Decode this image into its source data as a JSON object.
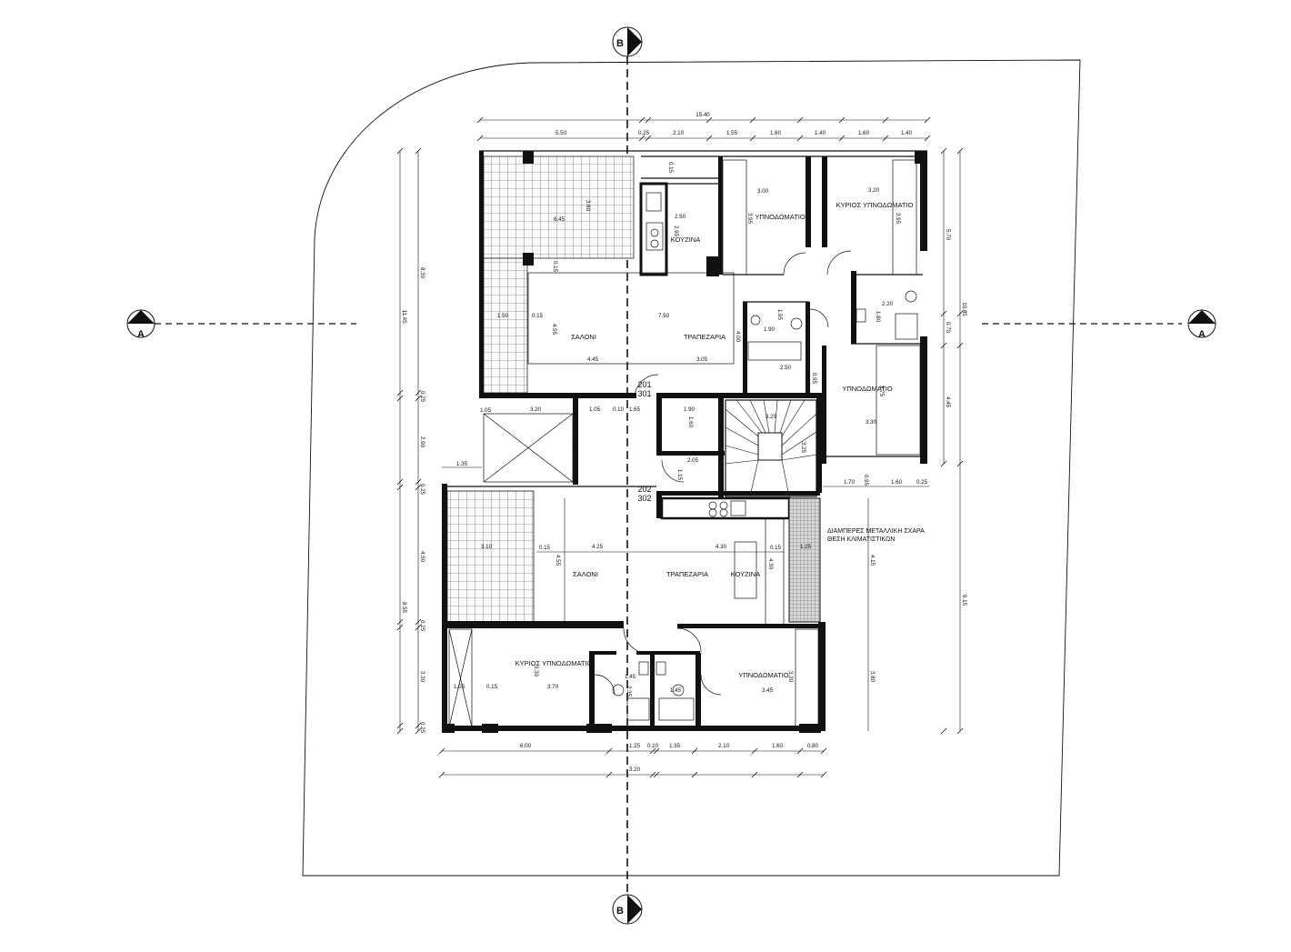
{
  "markers": {
    "section_a": "A",
    "section_b": "B"
  },
  "rooms": {
    "kouzina_top": "ΚΟΥΖΙΝΑ",
    "ypnodomatio_top": "ΥΠΝΟΔΩΜΑΤΙΟ",
    "kyrios_top": "ΚΥΡΙΟΣ ΥΠΝΟΔΩΜΑΤΙΟ",
    "saloni_top": "ΣΑΛΟΝΙ",
    "trapezaria_top": "ΤΡΑΠΕΖΑΡΙΑ",
    "ypnodomatio_right": "ΥΠΝΟΔΩΜΑΤΙΟ",
    "saloni_bottom": "ΣΑΛΟΝΙ",
    "trapezaria_bottom": "ΤΡΑΠΕΖΑΡΙΑ",
    "kouzina_bottom": "ΚΟΥΖΙΝΑ",
    "kyrios_bottom": "ΚΥΡΙΟΣ ΥΠΝΟΔΩΜΑΤΙΟ",
    "ypnodomatio_bottom": "ΥΠΝΟΔΩΜΑΤΙΟ"
  },
  "notes": {
    "grate_line1": "ΔΙΑΜΠΕΡΕΣ ΜΕΤΑΛΛΙΚΗ ΣΧΑΡΑ",
    "grate_line2": "ΘΕΣΗ ΚΛΙΜΑΤΙΣΤΙΚΩΝ"
  },
  "apartments": {
    "top_a": "201",
    "top_b": "301",
    "mid_a": "202",
    "mid_b": "302"
  },
  "dims": {
    "total_width": "15.40",
    "top_chain": [
      "5.50",
      "0.25",
      "2.10",
      "1.55",
      "1.60",
      "1.40",
      "1.60",
      "1.40"
    ],
    "bottom_chain": [
      "6.00",
      "1.25",
      "0.10",
      "1.35",
      "2.10",
      "1.60",
      "0.80"
    ],
    "bottom_total": "3.20",
    "left_outer": [
      "8.30",
      "11.45",
      "2.90",
      "8.55",
      "4.50",
      "3.30"
    ],
    "left_small": "1.35",
    "right_outer": [
      "5.70",
      "10.85",
      "0.70",
      "4.45",
      "9.15"
    ],
    "right_inner": [
      "4.15",
      "3.80"
    ],
    "right_small": [
      "1.70",
      "0.95",
      "1.60",
      "0.25"
    ],
    "interior": {
      "terrace_a": "6.45",
      "terrace_b": "3.60",
      "kitchen_w": "2.50",
      "kitchen_d": "2.95",
      "bed_w": "3.00",
      "bed_d": "3.95",
      "master_w": "3.20",
      "master_d": "3.95",
      "living_w": "7.50",
      "living_d": "4.55",
      "living_a": "4.45",
      "living_b": "3.05",
      "hall_d": "4.00",
      "balc_w": "1.50",
      "wall_a": "0.15",
      "wall_b": "0.15",
      "bath_w": "1.90",
      "bath_d": "1.95",
      "bath2_w": "2.20",
      "bath2_d": "1.80",
      "wc_w": "2.50",
      "wc_d": "0.95",
      "bed2_d": "3.75",
      "bed2_w": "3.30",
      "void_w": "3.20",
      "void_d": "2.90",
      "m1": "1.05",
      "m2": "0.10",
      "m3": "1.65",
      "stor_w": "1.90",
      "stor_d": "1.60",
      "stair_w": "3.29",
      "stair_d": "3.25",
      "lob_w": "2.05",
      "lob_d": "1.15",
      "bal2_w": "3.10",
      "liv2_a": "4.25",
      "liv2_b": "4.30",
      "liv2_d": "4.55",
      "k2_d": "4.30",
      "g_w": "1.25",
      "w1": "0.15",
      "w2": "0.15",
      "mb_w": "3.70",
      "mb_d": "3.30",
      "b3_w": "3.45",
      "b3_d": "3.30",
      "ba1": "1.45",
      "ba2": "2.35",
      "ba3": "1.45",
      "bx": "1.05",
      "by": "0.15",
      "c1": "0.25",
      "c2": "0.25",
      "c3": "0.25",
      "c4": "0.25",
      "c5": "0.15",
      "top_sm": "1.05"
    }
  }
}
